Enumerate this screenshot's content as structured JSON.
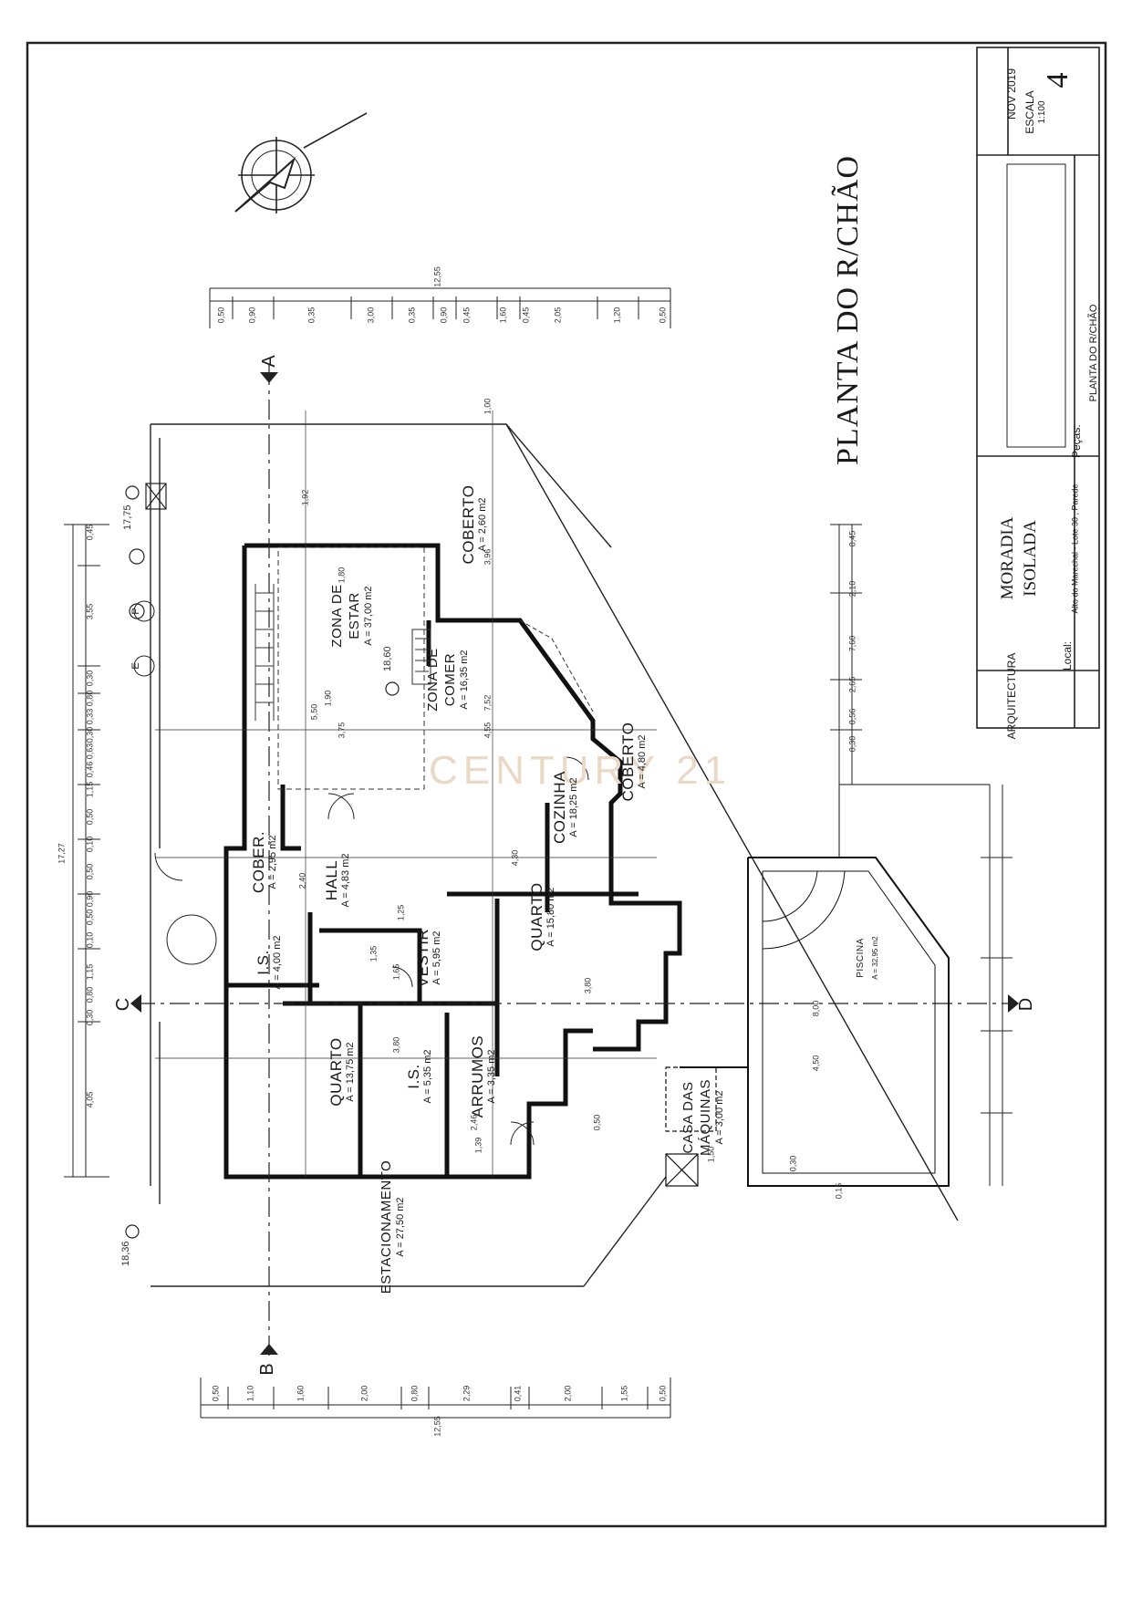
{
  "sheet": {
    "title": "PLANTA DO R/CHÃO",
    "watermark": "CENTURY 21"
  },
  "title_block": {
    "date": "NOV 2019",
    "scale_label": "ESCALA",
    "scale_value": "1:100",
    "sheet_number": "4",
    "discipline": "ARQUITECTURA",
    "project_line1": "MORADIA",
    "project_line2": "ISOLADA",
    "local_label": "Local:",
    "local_value": "Alto do Marechal - Lote 30 , Parede",
    "pecas_label": "Peças:",
    "pecas_value": "PLANTA DO R/CHÃO"
  },
  "rooms": [
    {
      "name": "ZONA DE\nESTAR",
      "area": "A = 37,00 m2"
    },
    {
      "name": "ZONA DE\nCOMER",
      "area": "A = 16,35 m2"
    },
    {
      "name": "COBERTO",
      "area": "A = 2,60 m2"
    },
    {
      "name": "COBERTO",
      "area": "A = 4,80 m2"
    },
    {
      "name": "COZINHA",
      "area": "A = 18,25 m2"
    },
    {
      "name": "QUARTO",
      "area": "A = 15,80 m2"
    },
    {
      "name": "VESTIR",
      "area": "A = 5,95 m2"
    },
    {
      "name": "HALL",
      "area": "A = 4,83 m2"
    },
    {
      "name": "COBER.",
      "area": "A = 2,95 m2"
    },
    {
      "name": "I.S.",
      "area": "A = 4,00 m2"
    },
    {
      "name": "QUARTO",
      "area": "A = 13,75 m2"
    },
    {
      "name": "I.S.",
      "area": "A = 5,35 m2"
    },
    {
      "name": "ARRUMOS",
      "area": "A = 3,35 m2"
    },
    {
      "name": "ESTACIONAMENTO",
      "area": "A = 27,50 m2"
    },
    {
      "name": "CASA DAS\nMÁQUINAS",
      "area": "A = 3,00 m2"
    },
    {
      "name": "PISCINA",
      "area": "A = 32,95 m2"
    }
  ],
  "levels": [
    "17,75",
    "18,60",
    "18,36"
  ],
  "section_marks": [
    "A",
    "B",
    "C",
    "D"
  ],
  "symbols": [
    "E",
    "P"
  ],
  "dimensions": {
    "top_total": "12,55",
    "top_chain": [
      "0,50",
      "0,90",
      "0,35",
      "3,00",
      "0,35",
      "0,90",
      "0,45",
      "1,60",
      "0,45",
      "2,05",
      "1,20",
      "0,50"
    ],
    "bottom_total": "12,55",
    "bottom_chain": [
      "0,50",
      "1,10",
      "1,60",
      "2,00",
      "0,80",
      "2,29",
      "0,41",
      "2,00",
      "1,55",
      "0,50"
    ],
    "left_total": "17,27",
    "left_chain": [
      "0,45",
      "3,55",
      "0,30",
      "0,80",
      "0,33",
      "0,30",
      "0,63",
      "0,46",
      "1,15",
      "0,50",
      "0,10",
      "0,50",
      "0,90",
      "0,50",
      "0,10",
      "1,15",
      "0,80",
      "0,30",
      "4,05"
    ],
    "right_chain": [
      "0,45",
      "2,10",
      "7,60",
      "2,65",
      "0,56",
      "0,30"
    ],
    "inner": [
      "5,50",
      "3,75",
      "4,55",
      "4,30",
      "3,80",
      "3,80",
      "3,96",
      "7,52",
      "1,80",
      "1,90",
      "2,40",
      "1,25",
      "1,35",
      "1,65",
      "1,39",
      "2,46",
      "0,50",
      "8,00",
      "4,50",
      "1,50",
      "0,30",
      "0,15",
      "1,00",
      "1,92"
    ]
  }
}
